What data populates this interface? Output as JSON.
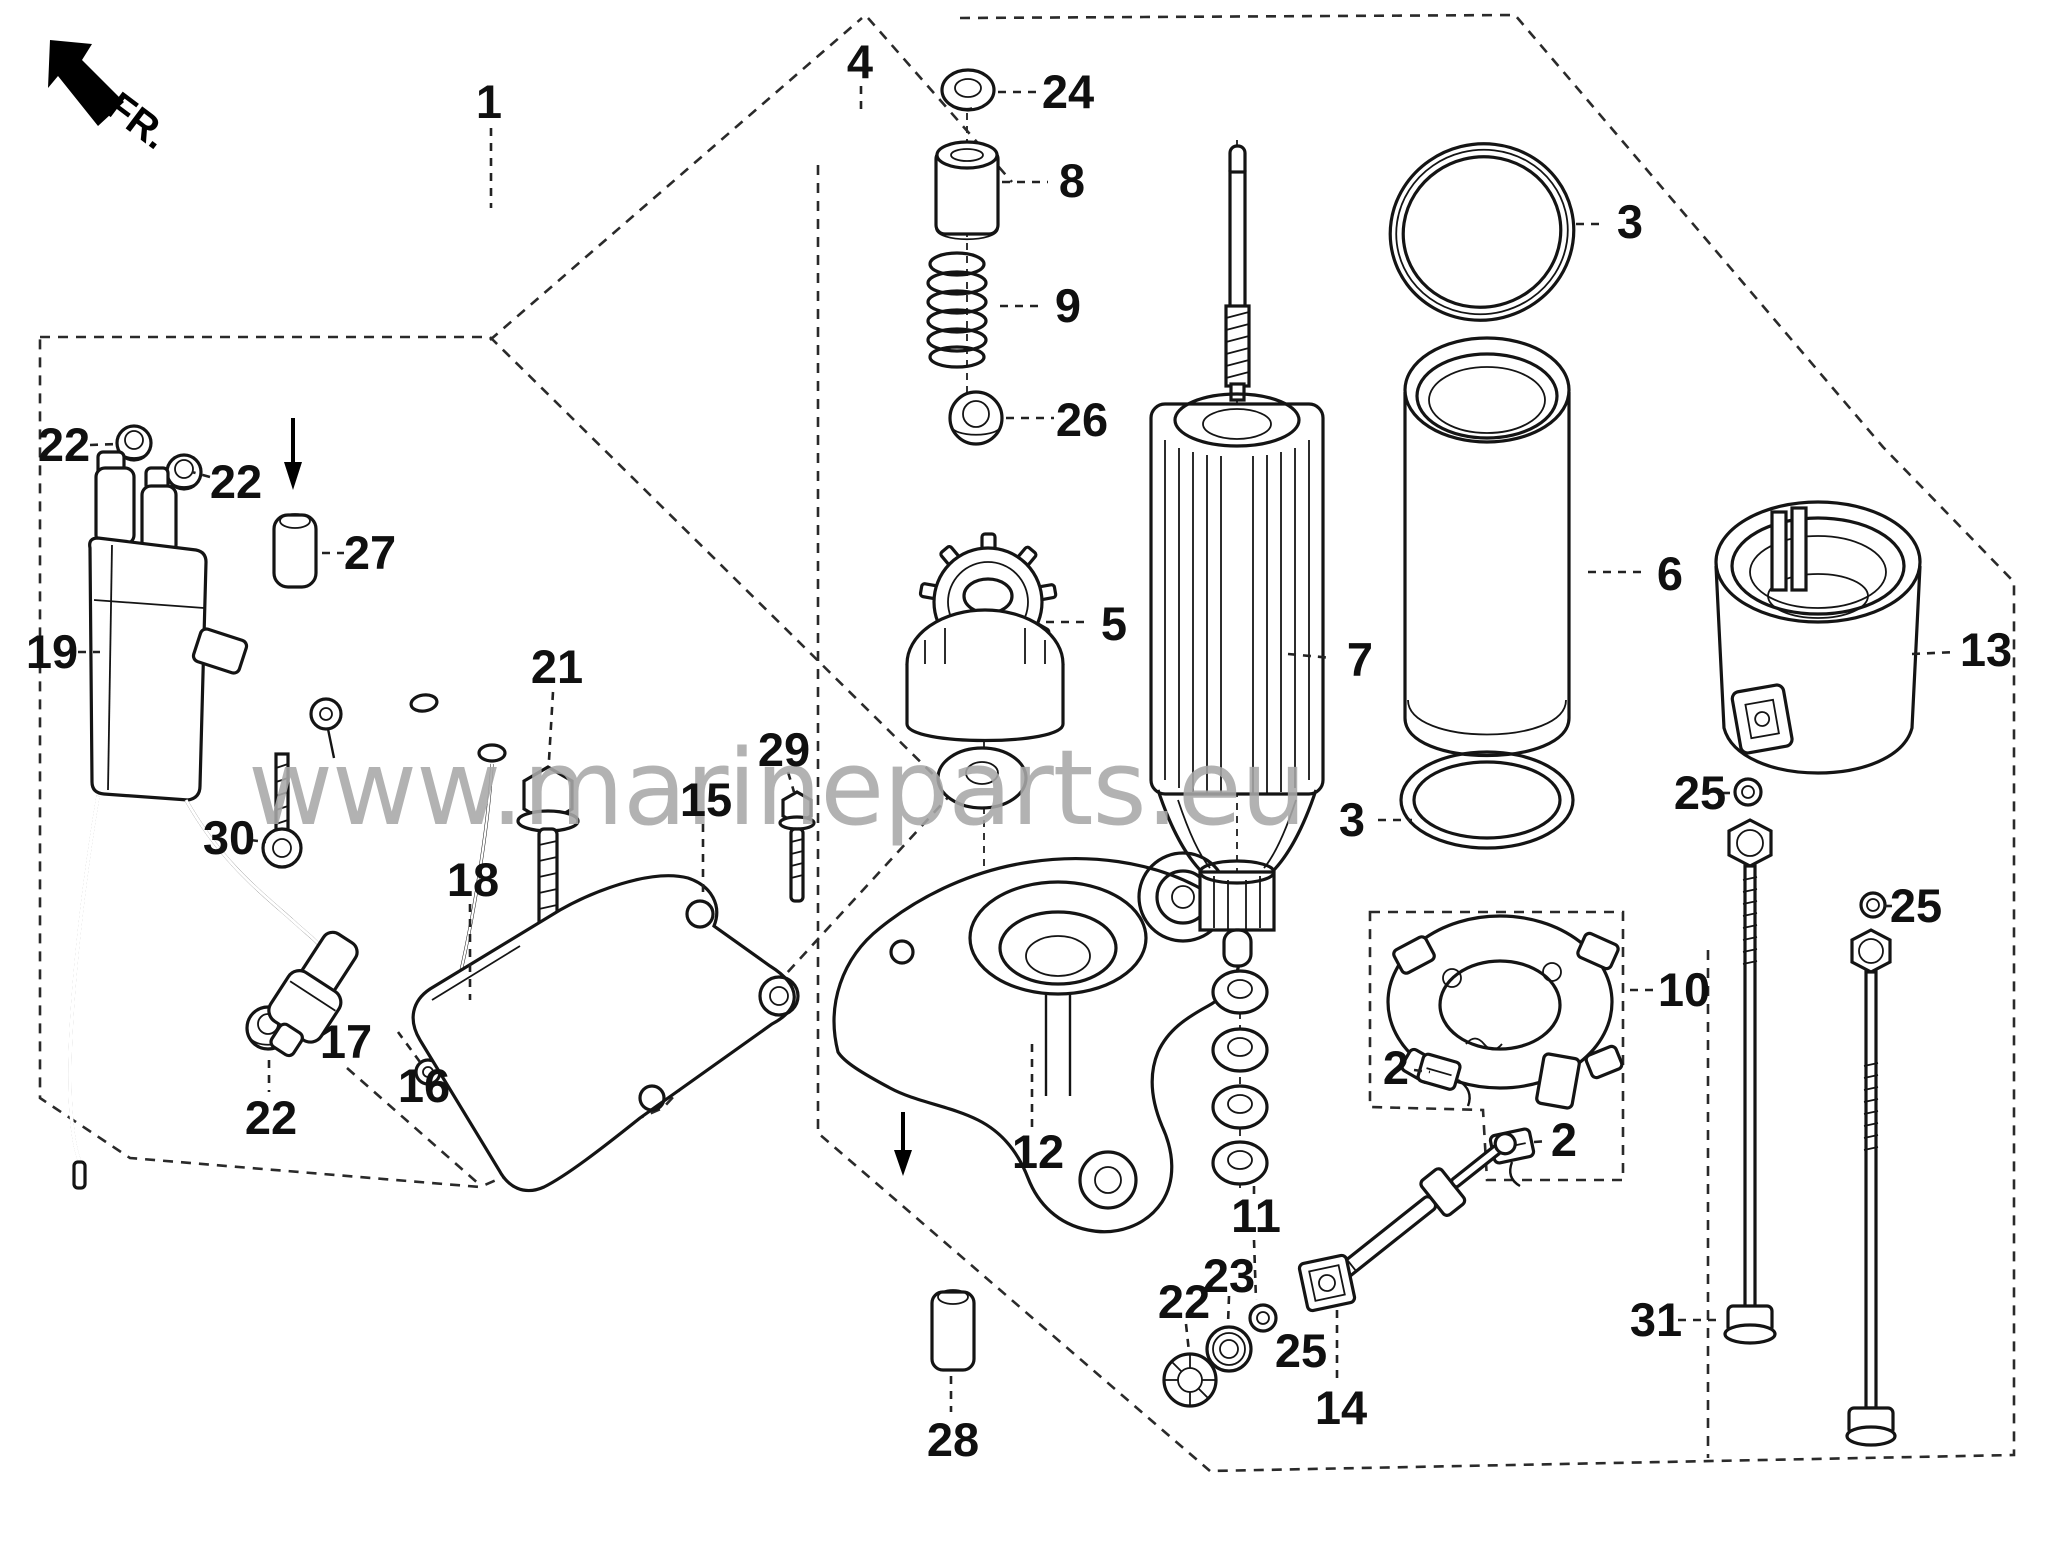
{
  "direction_label": {
    "text": "FR."
  },
  "watermark": {
    "text": "www.marineparts.eu",
    "color": "#a8a8a8"
  },
  "line_color": "#141414",
  "background_color": "#ffffff",
  "callouts": [
    {
      "text": "1"
    },
    {
      "text": "4"
    },
    {
      "text": "24"
    },
    {
      "text": "8"
    },
    {
      "text": "9"
    },
    {
      "text": "26"
    },
    {
      "text": "5"
    },
    {
      "text": "7"
    },
    {
      "text": "3"
    },
    {
      "text": "6"
    },
    {
      "text": "13"
    },
    {
      "text": "3"
    },
    {
      "text": "10"
    },
    {
      "text": "2"
    },
    {
      "text": "2"
    },
    {
      "text": "12"
    },
    {
      "text": "28"
    },
    {
      "text": "11"
    },
    {
      "text": "22"
    },
    {
      "text": "23"
    },
    {
      "text": "25"
    },
    {
      "text": "14"
    },
    {
      "text": "31"
    },
    {
      "text": "25"
    },
    {
      "text": "25"
    },
    {
      "text": "19"
    },
    {
      "text": "22"
    },
    {
      "text": "22"
    },
    {
      "text": "27"
    },
    {
      "text": "30"
    },
    {
      "text": "17"
    },
    {
      "text": "22"
    },
    {
      "text": "16"
    },
    {
      "text": "18"
    },
    {
      "text": "21"
    },
    {
      "text": "15"
    },
    {
      "text": "29"
    }
  ]
}
